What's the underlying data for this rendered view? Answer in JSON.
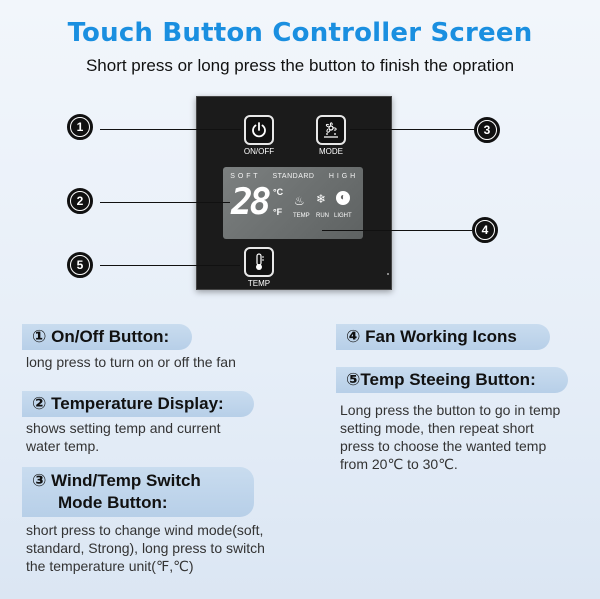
{
  "header": {
    "title": "Touch Button Controller Screen",
    "subtitle": "Short press or long press the button to finish the opration"
  },
  "panel": {
    "onoff_label": "ON/OFF",
    "mode_label": "MODE",
    "temp_label": "TEMP",
    "lcd": {
      "mode_soft": "S O F T",
      "mode_standard": "STANDARD",
      "mode_high": "H I G H",
      "temperature": "28",
      "unit_c": "°C",
      "unit_f": "°F",
      "icon_temp_label": "TEMP",
      "icon_run_label": "RUN",
      "icon_light_label": "LIGHT"
    }
  },
  "callouts": [
    "1",
    "2",
    "3",
    "4",
    "5"
  ],
  "sections": {
    "s1_title": "① On/Off Button:",
    "s1_desc": "long press to turn on or off the fan",
    "s2_title": "② Temperature Display:",
    "s2_desc_1": "shows setting temp and current",
    "s2_desc_2": "water temp.",
    "s3_title_1": "③ Wind/Temp Switch",
    "s3_title_2": "Mode Button:",
    "s3_desc_1": "short press to change wind mode(soft,",
    "s3_desc_2": "standard, Strong), long press to switch",
    "s3_desc_3": "the temperature unit(℉,℃)",
    "s4_title": "④ Fan Working Icons",
    "s5_title": "⑤Temp Steeing Button:",
    "s5_desc_1": "Long press the button to go in temp",
    "s5_desc_2": "setting mode, then repeat short",
    "s5_desc_3": "press to choose the wanted temp",
    "s5_desc_4": "from 20℃ to 30℃."
  }
}
